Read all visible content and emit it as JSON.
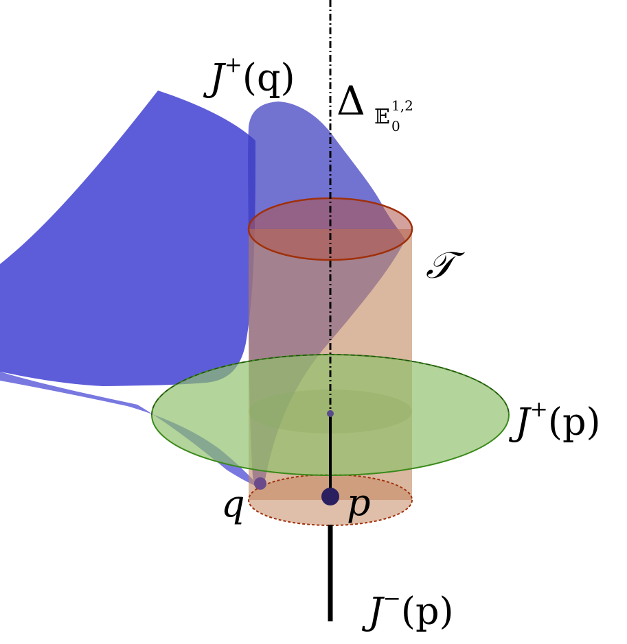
{
  "diagram": {
    "labels": {
      "j_plus_q": {
        "name": "J",
        "sup": "+",
        "arg": "(q)"
      },
      "delta": {
        "symbol": "Δ",
        "sub_base": "𝔼",
        "sub_sup": "1,2",
        "sub_sub": "0"
      },
      "torus": "𝒯",
      "j_plus_p": {
        "name": "J",
        "sup": "+",
        "arg": "(p)"
      },
      "q": "q",
      "p": "p",
      "j_minus_p": {
        "name": "J",
        "sup": "−",
        "arg": "(p)"
      }
    },
    "colors": {
      "blue_surface": "#4b4bd6",
      "blue_surface_dark": "#2f2fb8",
      "cylinder_fill": "#c48a64",
      "cylinder_rim": "#a0300a",
      "disc_fill": "#8fc06a",
      "disc_rim": "#3a8a1a",
      "axis": "#000000",
      "point": "#2a2060"
    }
  }
}
